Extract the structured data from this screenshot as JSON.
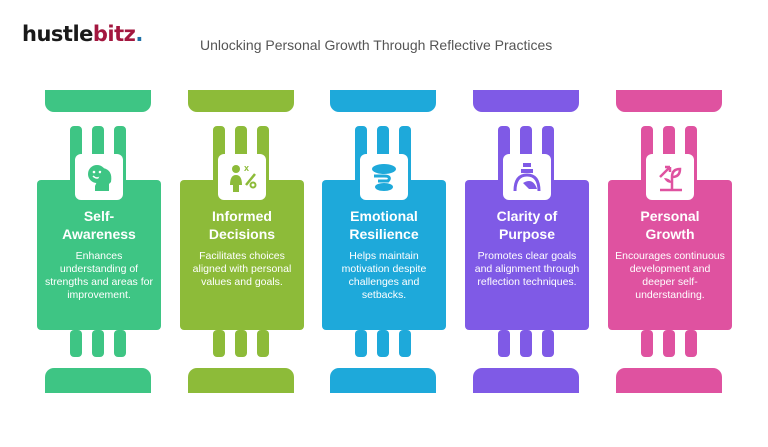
{
  "logo": {
    "part1": "hustle",
    "part2": "bitz",
    "dot": "."
  },
  "title": "Unlocking Personal Growth Through Reflective Practices",
  "columns": [
    {
      "title_line1": "Self-",
      "title_line2": "Awareness",
      "description": "Enhances understanding of strengths and areas for improvement.",
      "color": "#3ec584",
      "icon": "smiling-head-icon"
    },
    {
      "title_line1": "Informed",
      "title_line2": "Decisions",
      "description": "Facilitates choices aligned with personal values and goals.",
      "color": "#8dbb39",
      "icon": "person-decision-icon"
    },
    {
      "title_line1": "Emotional",
      "title_line2": "Resilience",
      "description": "Helps maintain motivation despite challenges and setbacks.",
      "color": "#1ea9da",
      "icon": "bonsai-tree-icon"
    },
    {
      "title_line1": "Clarity of",
      "title_line2": "Purpose",
      "description": "Promotes clear goals and alignment through reflection techniques.",
      "color": "#7f5ae6",
      "icon": "signpost-hill-icon"
    },
    {
      "title_line1": "Personal",
      "title_line2": "Growth",
      "description": "Encourages continuous development and deeper self-understanding.",
      "color": "#df52a0",
      "icon": "growing-plant-icon"
    }
  ]
}
